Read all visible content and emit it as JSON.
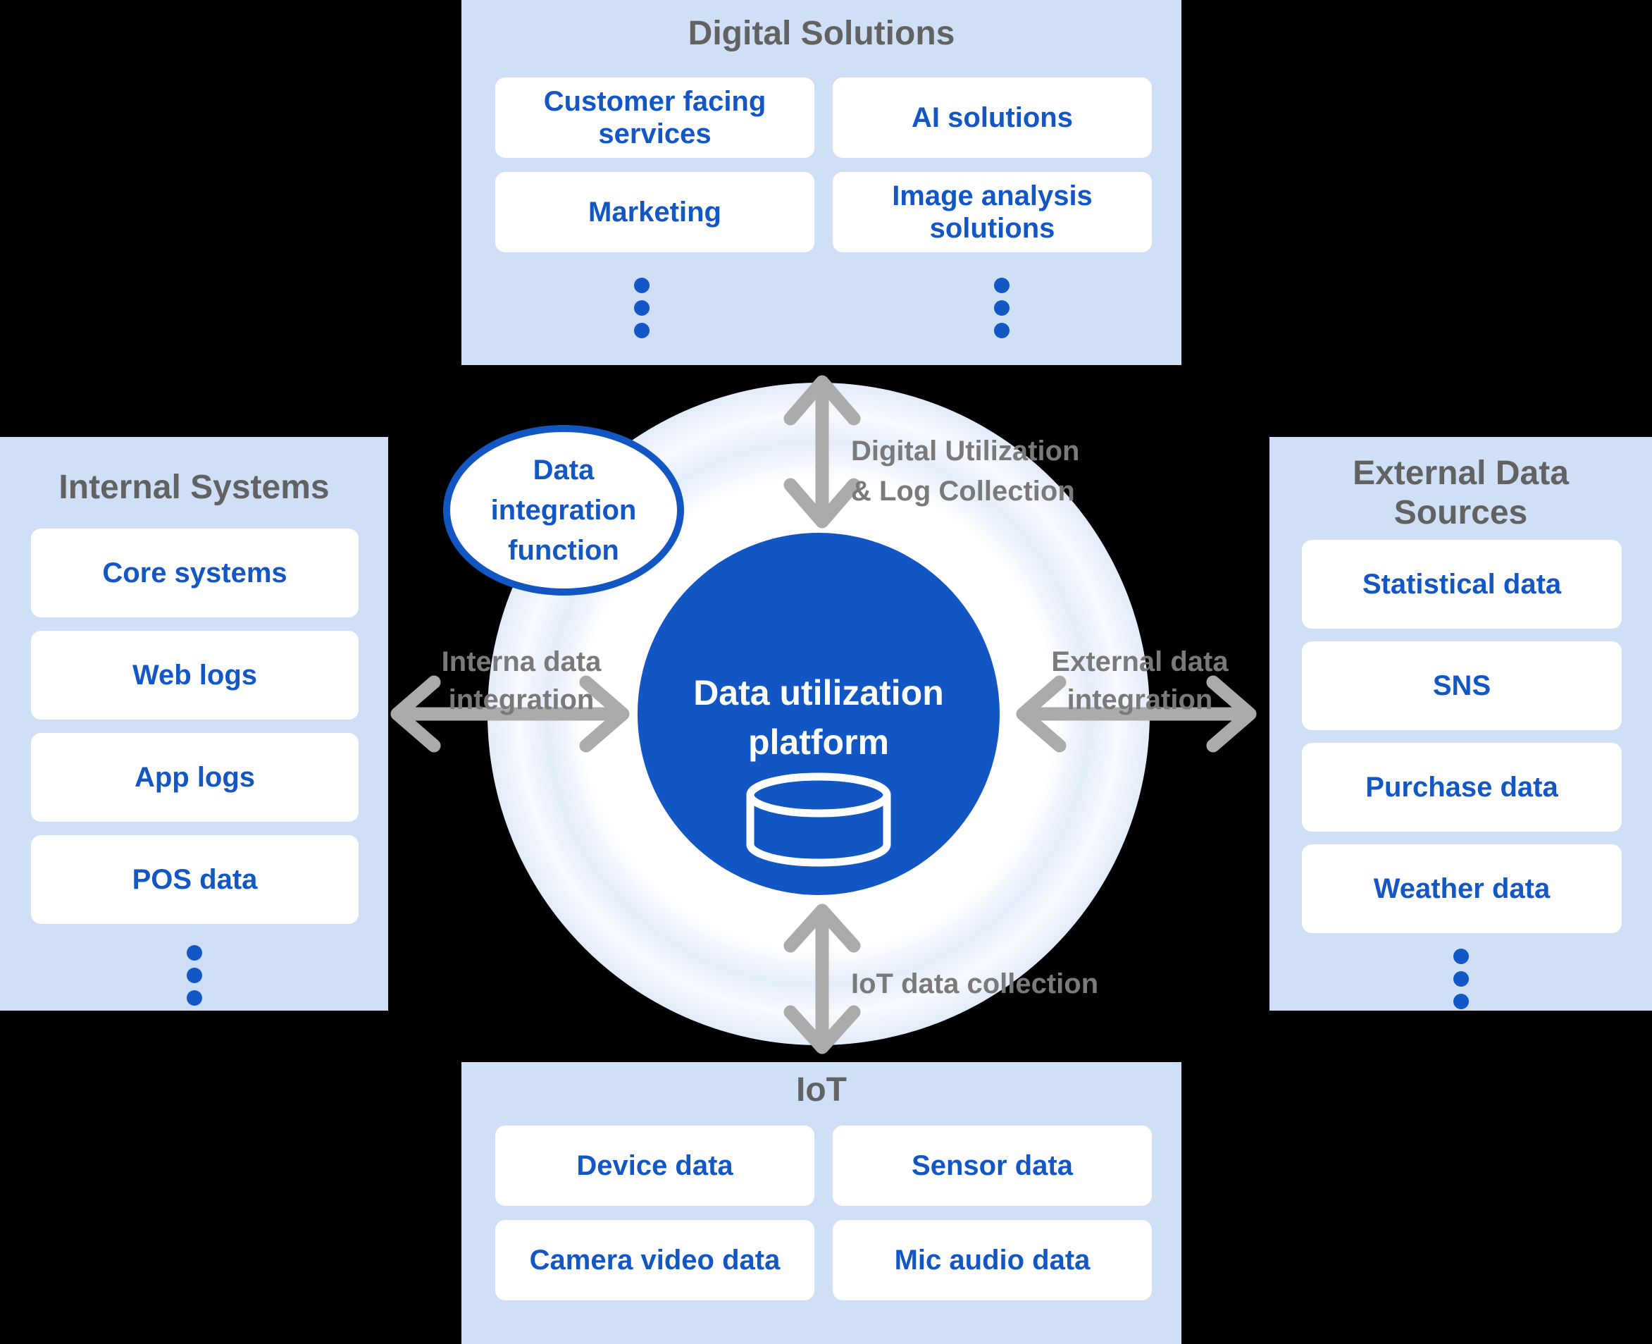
{
  "colors": {
    "platform_blue": "#1256c4",
    "panel_blue": "#cfdff5",
    "item_text_blue": "#1356c5",
    "header_gray": "#626262",
    "label_gray": "#7a7a7a",
    "arrow_gray": "#ababab"
  },
  "center": {
    "platform_label": "Data utilization platform",
    "integration_label": "Data integration function"
  },
  "arrow_labels": {
    "top": {
      "line1": "Digital Utilization",
      "line2": "& Log Collection"
    },
    "left": {
      "line1": "Interna data",
      "line2": "integration"
    },
    "right": {
      "line1": "External data",
      "line2": "integration"
    },
    "bottom": {
      "line1": "IoT data collection"
    }
  },
  "panels": {
    "digital": {
      "title": "Digital Solutions",
      "items": [
        "Customer facing services",
        "AI solutions",
        "Marketing",
        "Image analysis solutions"
      ]
    },
    "internal": {
      "title": "Internal Systems",
      "items": [
        "Core systems",
        "Web logs",
        "App logs",
        "POS data"
      ]
    },
    "external": {
      "title": "External Data Sources",
      "items": [
        "Statistical data",
        "SNS",
        "Purchase data",
        "Weather data"
      ]
    },
    "iot": {
      "title": "IoT",
      "items": [
        "Device data",
        "Sensor data",
        "Camera video data",
        "Mic audio data"
      ]
    }
  }
}
